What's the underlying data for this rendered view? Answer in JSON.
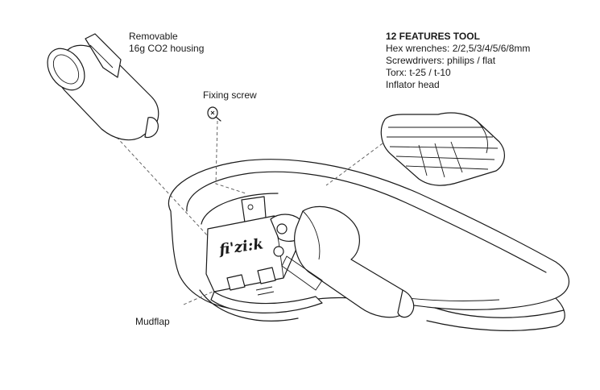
{
  "labels": {
    "co2_housing": [
      "Removable",
      "16g CO2 housing"
    ],
    "fixing_screw": "Fixing screw",
    "mudflap": "Mudflap",
    "tool": {
      "title": "12 FEATURES TOOL",
      "lines": [
        "Hex wrenches: 2/2,5/3/4/5/6/8mm",
        "Screwdrivers: philips / flat",
        "Torx: t-25 / t-10",
        "Inflator head"
      ]
    }
  },
  "brand_logo": "fi'zi:k",
  "colors": {
    "line": "#1a1a1a",
    "background": "#ffffff"
  }
}
